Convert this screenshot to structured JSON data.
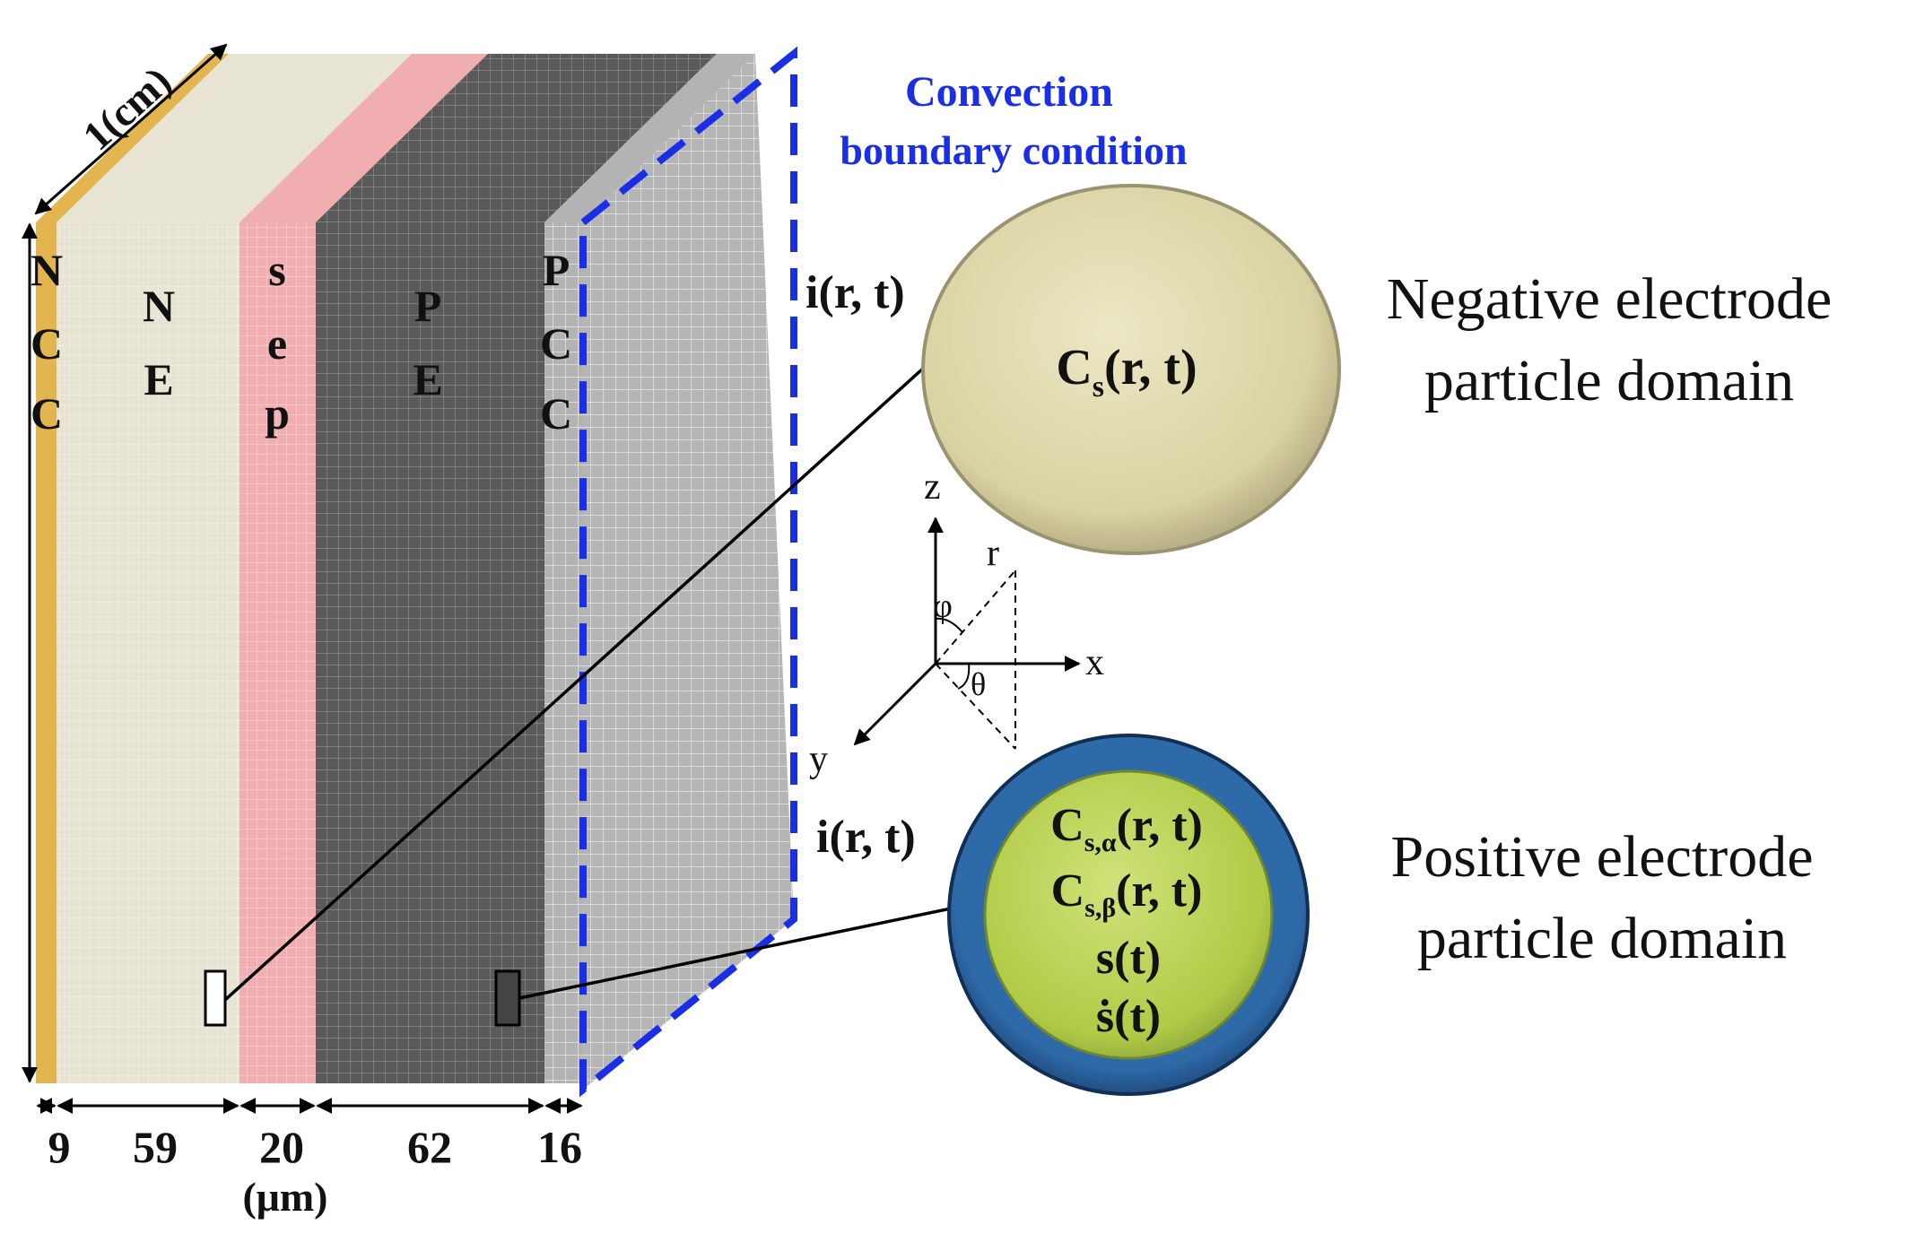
{
  "colors": {
    "ncc": "#e2b54e",
    "ne": "#e7e4d4",
    "sep": "#f1aeb1",
    "pe": "#5a5a5a",
    "pcc": "#b3b3b3",
    "convection": "#1a2ee6",
    "neg_particle": "#ddd7a8",
    "pos_particle_shell": "#2a5a93",
    "pos_particle_core": "#b6d24f"
  },
  "cell": {
    "depth_label": "1(cm)",
    "layers": {
      "ncc": [
        "N",
        "C",
        "C"
      ],
      "ne": [
        "N",
        "E"
      ],
      "sep": [
        "s",
        "e",
        "p"
      ],
      "pe": [
        "P",
        "E"
      ],
      "pcc": [
        "P",
        "C",
        "C"
      ]
    },
    "thickness": [
      "9",
      "59",
      "20",
      "62",
      "16"
    ],
    "unit": "(μm)"
  },
  "convection": {
    "line1": "Convection",
    "line2": "boundary condition"
  },
  "flux_label": "i(r, t)",
  "axes": {
    "z": "z",
    "x": "x",
    "y": "y",
    "r": "r",
    "phi": "φ",
    "theta": "θ"
  },
  "negative_particle": {
    "formula_main": "C",
    "formula_sub": "s",
    "formula_rest": "(r, t)",
    "title_line1": "Negative electrode",
    "title_line2": "particle domain"
  },
  "positive_particle": {
    "c_alpha_main": "C",
    "c_alpha_sub": "s,α",
    "c_alpha_rest": "(r, t)",
    "c_beta_main": "C",
    "c_beta_sub": "s,β",
    "c_beta_rest": "(r, t)",
    "s_t": "s(t)",
    "s_dot_t": "ṡ(t)",
    "title_line1": "Positive electrode",
    "title_line2": "particle domain"
  }
}
